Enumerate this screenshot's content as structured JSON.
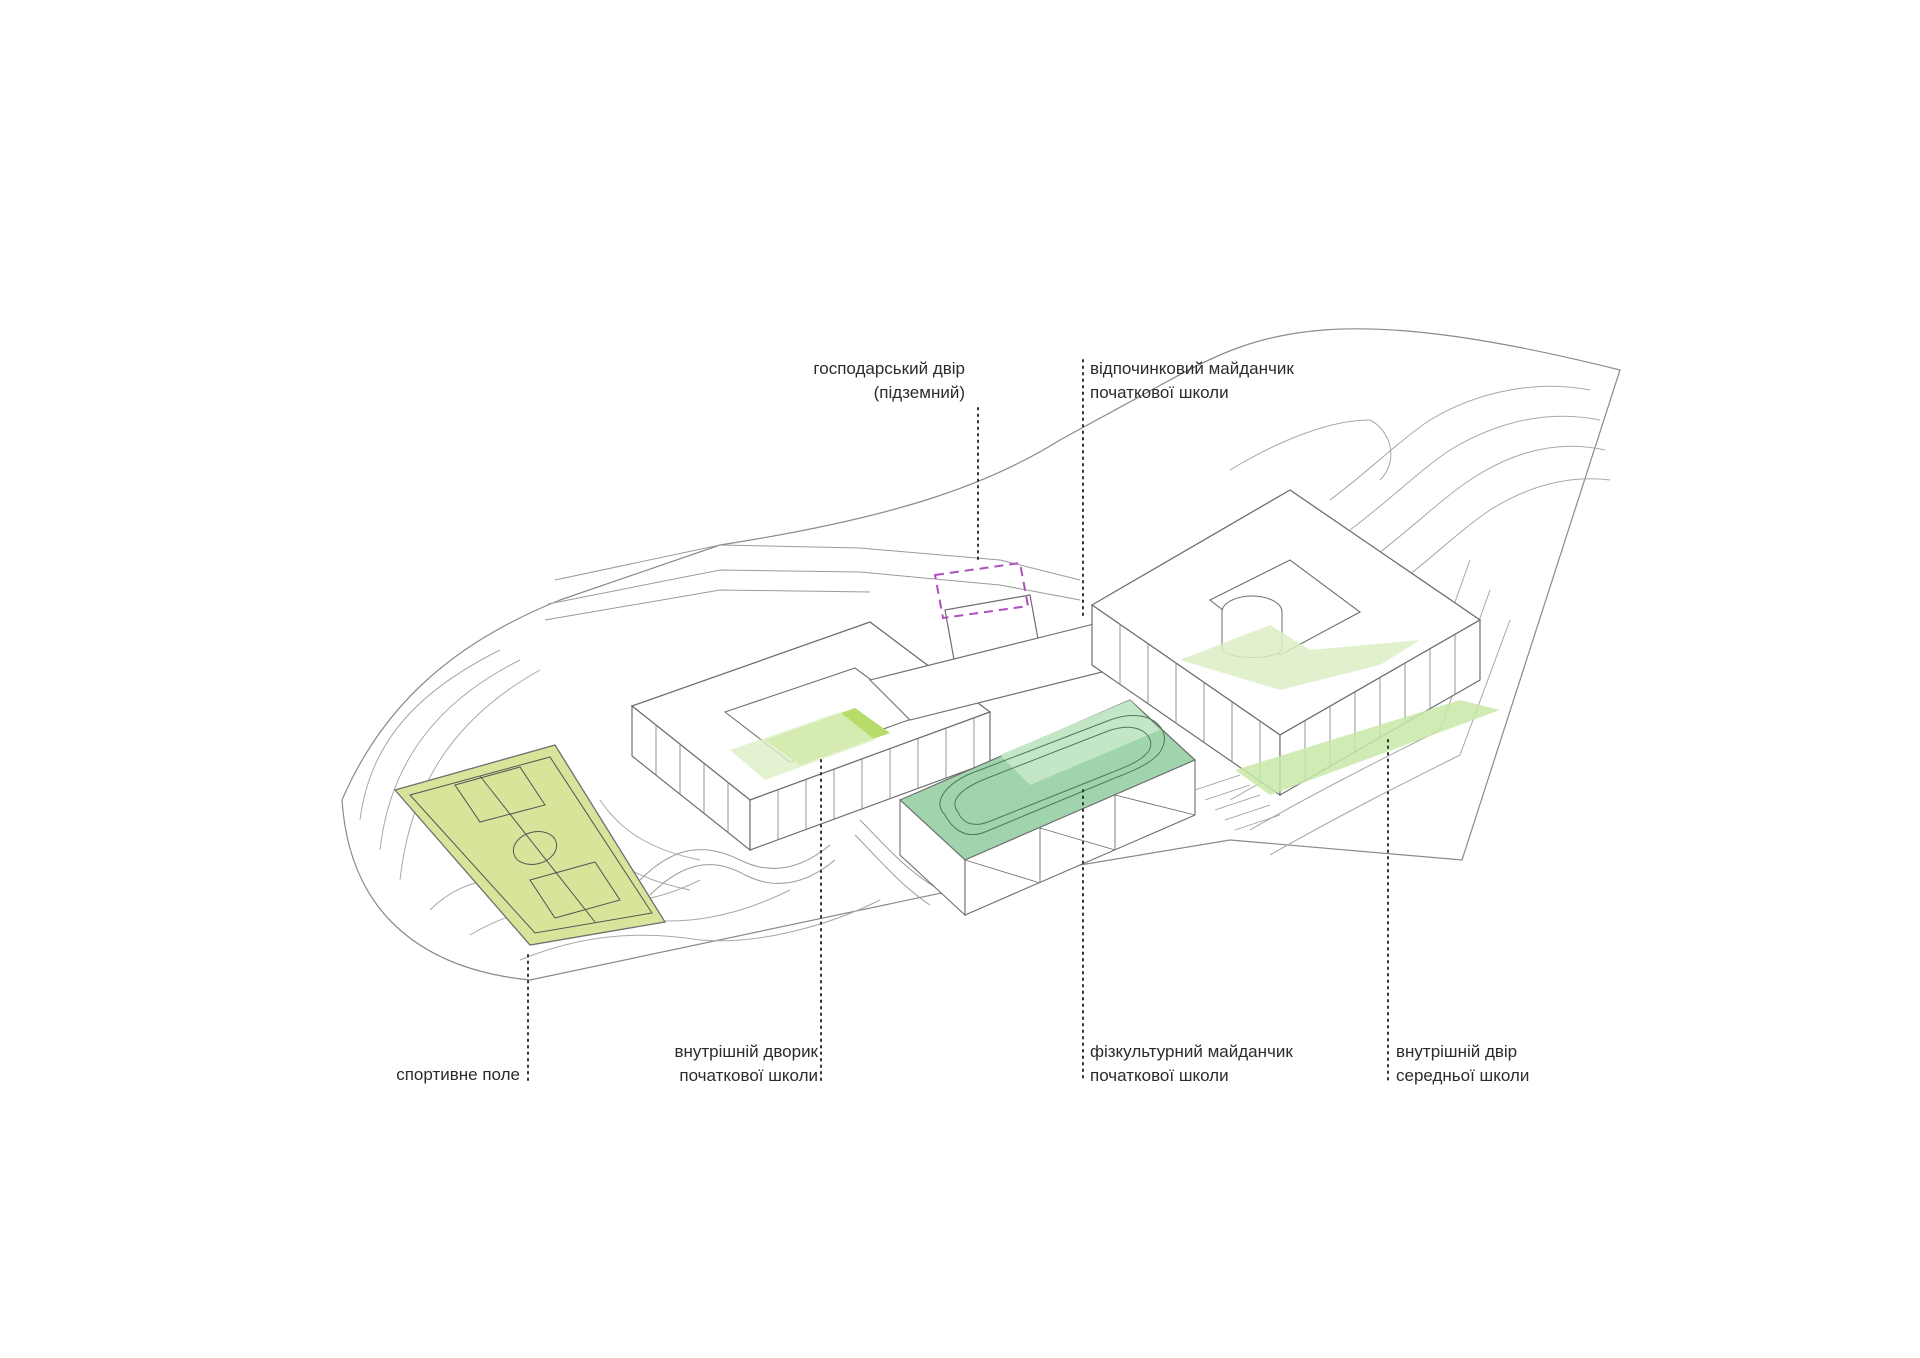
{
  "labels": {
    "service_yard": {
      "line1": "господарський двір",
      "line2": "(підземний)"
    },
    "rest_area": {
      "line1": "відпочинковий майданчик",
      "line2": "початкової школи"
    },
    "sports_field": {
      "line1": "спортивне поле"
    },
    "inner_courtyard_primary": {
      "line1": "внутрішній дворик",
      "line2": "початкової школи"
    },
    "pe_area": {
      "line1": "фізкультурний майданчик",
      "line2": "початкової школи"
    },
    "inner_courtyard_middle": {
      "line1": "внутрішній двір",
      "line2": "середньої школи"
    }
  },
  "colors": {
    "line": "#6f6f6f",
    "contour": "#a8a8a8",
    "field_green": "#d7e49a",
    "lawn_green": "#dcefc4",
    "track_green": "#9fd4ac",
    "service_dash": "#b04fc0",
    "text": "#2b2b2b"
  }
}
